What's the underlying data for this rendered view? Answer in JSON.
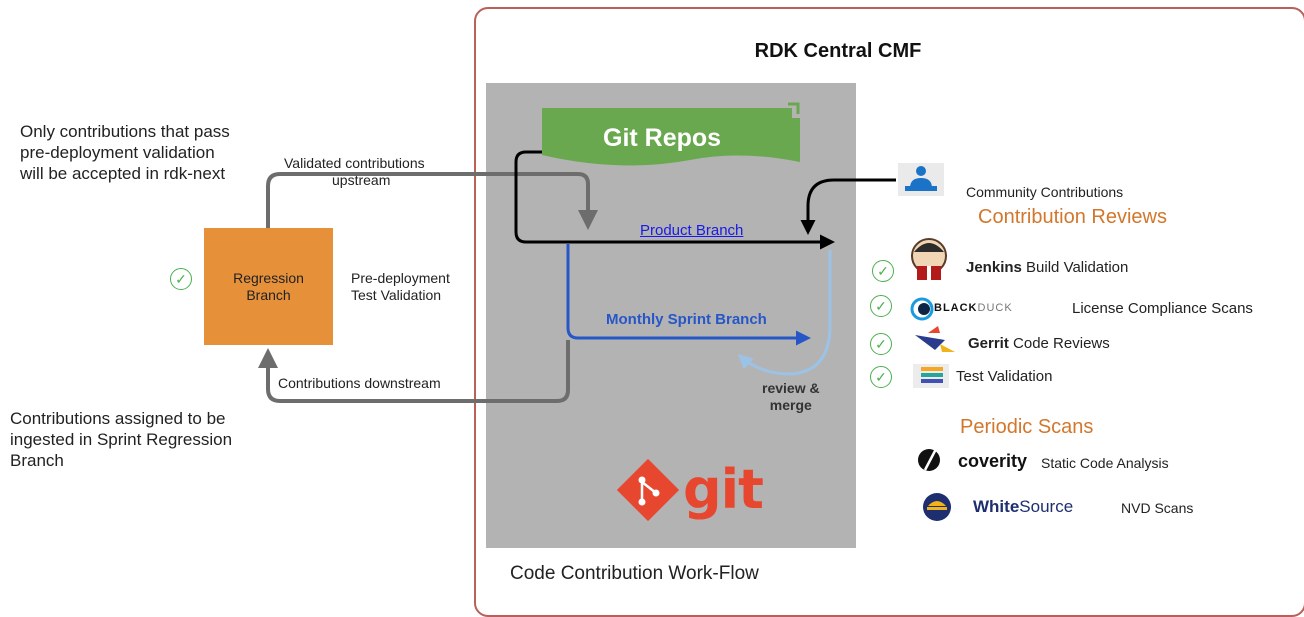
{
  "title": "RDK Central CMF",
  "workflow_label": "Code Contribution Work-Flow",
  "git_repos_label": "Git Repos",
  "git_logo_text": "git",
  "left_notes": {
    "top": [
      "Only contributions that pass",
      "pre-deployment validation",
      "will be accepted in rdk-next"
    ],
    "bottom": [
      "Contributions assigned to be",
      "ingested in Sprint Regression",
      "Branch"
    ]
  },
  "flows": {
    "upstream": [
      "Validated contributions",
      "upstream"
    ],
    "downstream": "Contributions downstream",
    "review_merge": [
      "review &",
      "merge"
    ]
  },
  "regression_branch": [
    "Regression",
    "Branch"
  ],
  "pre_deployment": [
    "Pre-deployment",
    "Test Validation"
  ],
  "branches": {
    "product": "Product Branch",
    "monthly_sprint": "Monthly Sprint Branch"
  },
  "community": "Community Contributions",
  "contribution_reviews": {
    "heading": "Contribution Reviews",
    "items": [
      {
        "bold": "Jenkins",
        "text": "Build Validation",
        "icon": "jenkins-icon"
      },
      {
        "logo": "BLACKDUCK",
        "logo_bold": "BLACK",
        "logo_light": "DUCK",
        "text": "License Compliance Scans",
        "icon": "blackduck-icon"
      },
      {
        "bold": "Gerrit",
        "text": "Code Reviews",
        "icon": "gerrit-icon"
      },
      {
        "bold": "",
        "text": "Test Validation",
        "icon": "test-validation-icon"
      }
    ]
  },
  "periodic_scans": {
    "heading": "Periodic Scans",
    "items": [
      {
        "logo": "coverity",
        "text": "Static Code Analysis",
        "icon": "coverity-icon"
      },
      {
        "logo": "WhiteSource",
        "logo_bold": "White",
        "logo_light": "Source",
        "text": "NVD Scans",
        "icon": "whitesource-icon"
      }
    ]
  },
  "colors": {
    "frame": "#b9605a",
    "panel": "#b3b3b3",
    "regression": "#e6913a",
    "git_green": "#6aa84f",
    "sprint_blue": "#2757c7",
    "heading_orange": "#d2772c",
    "check_green": "#4caf50"
  }
}
